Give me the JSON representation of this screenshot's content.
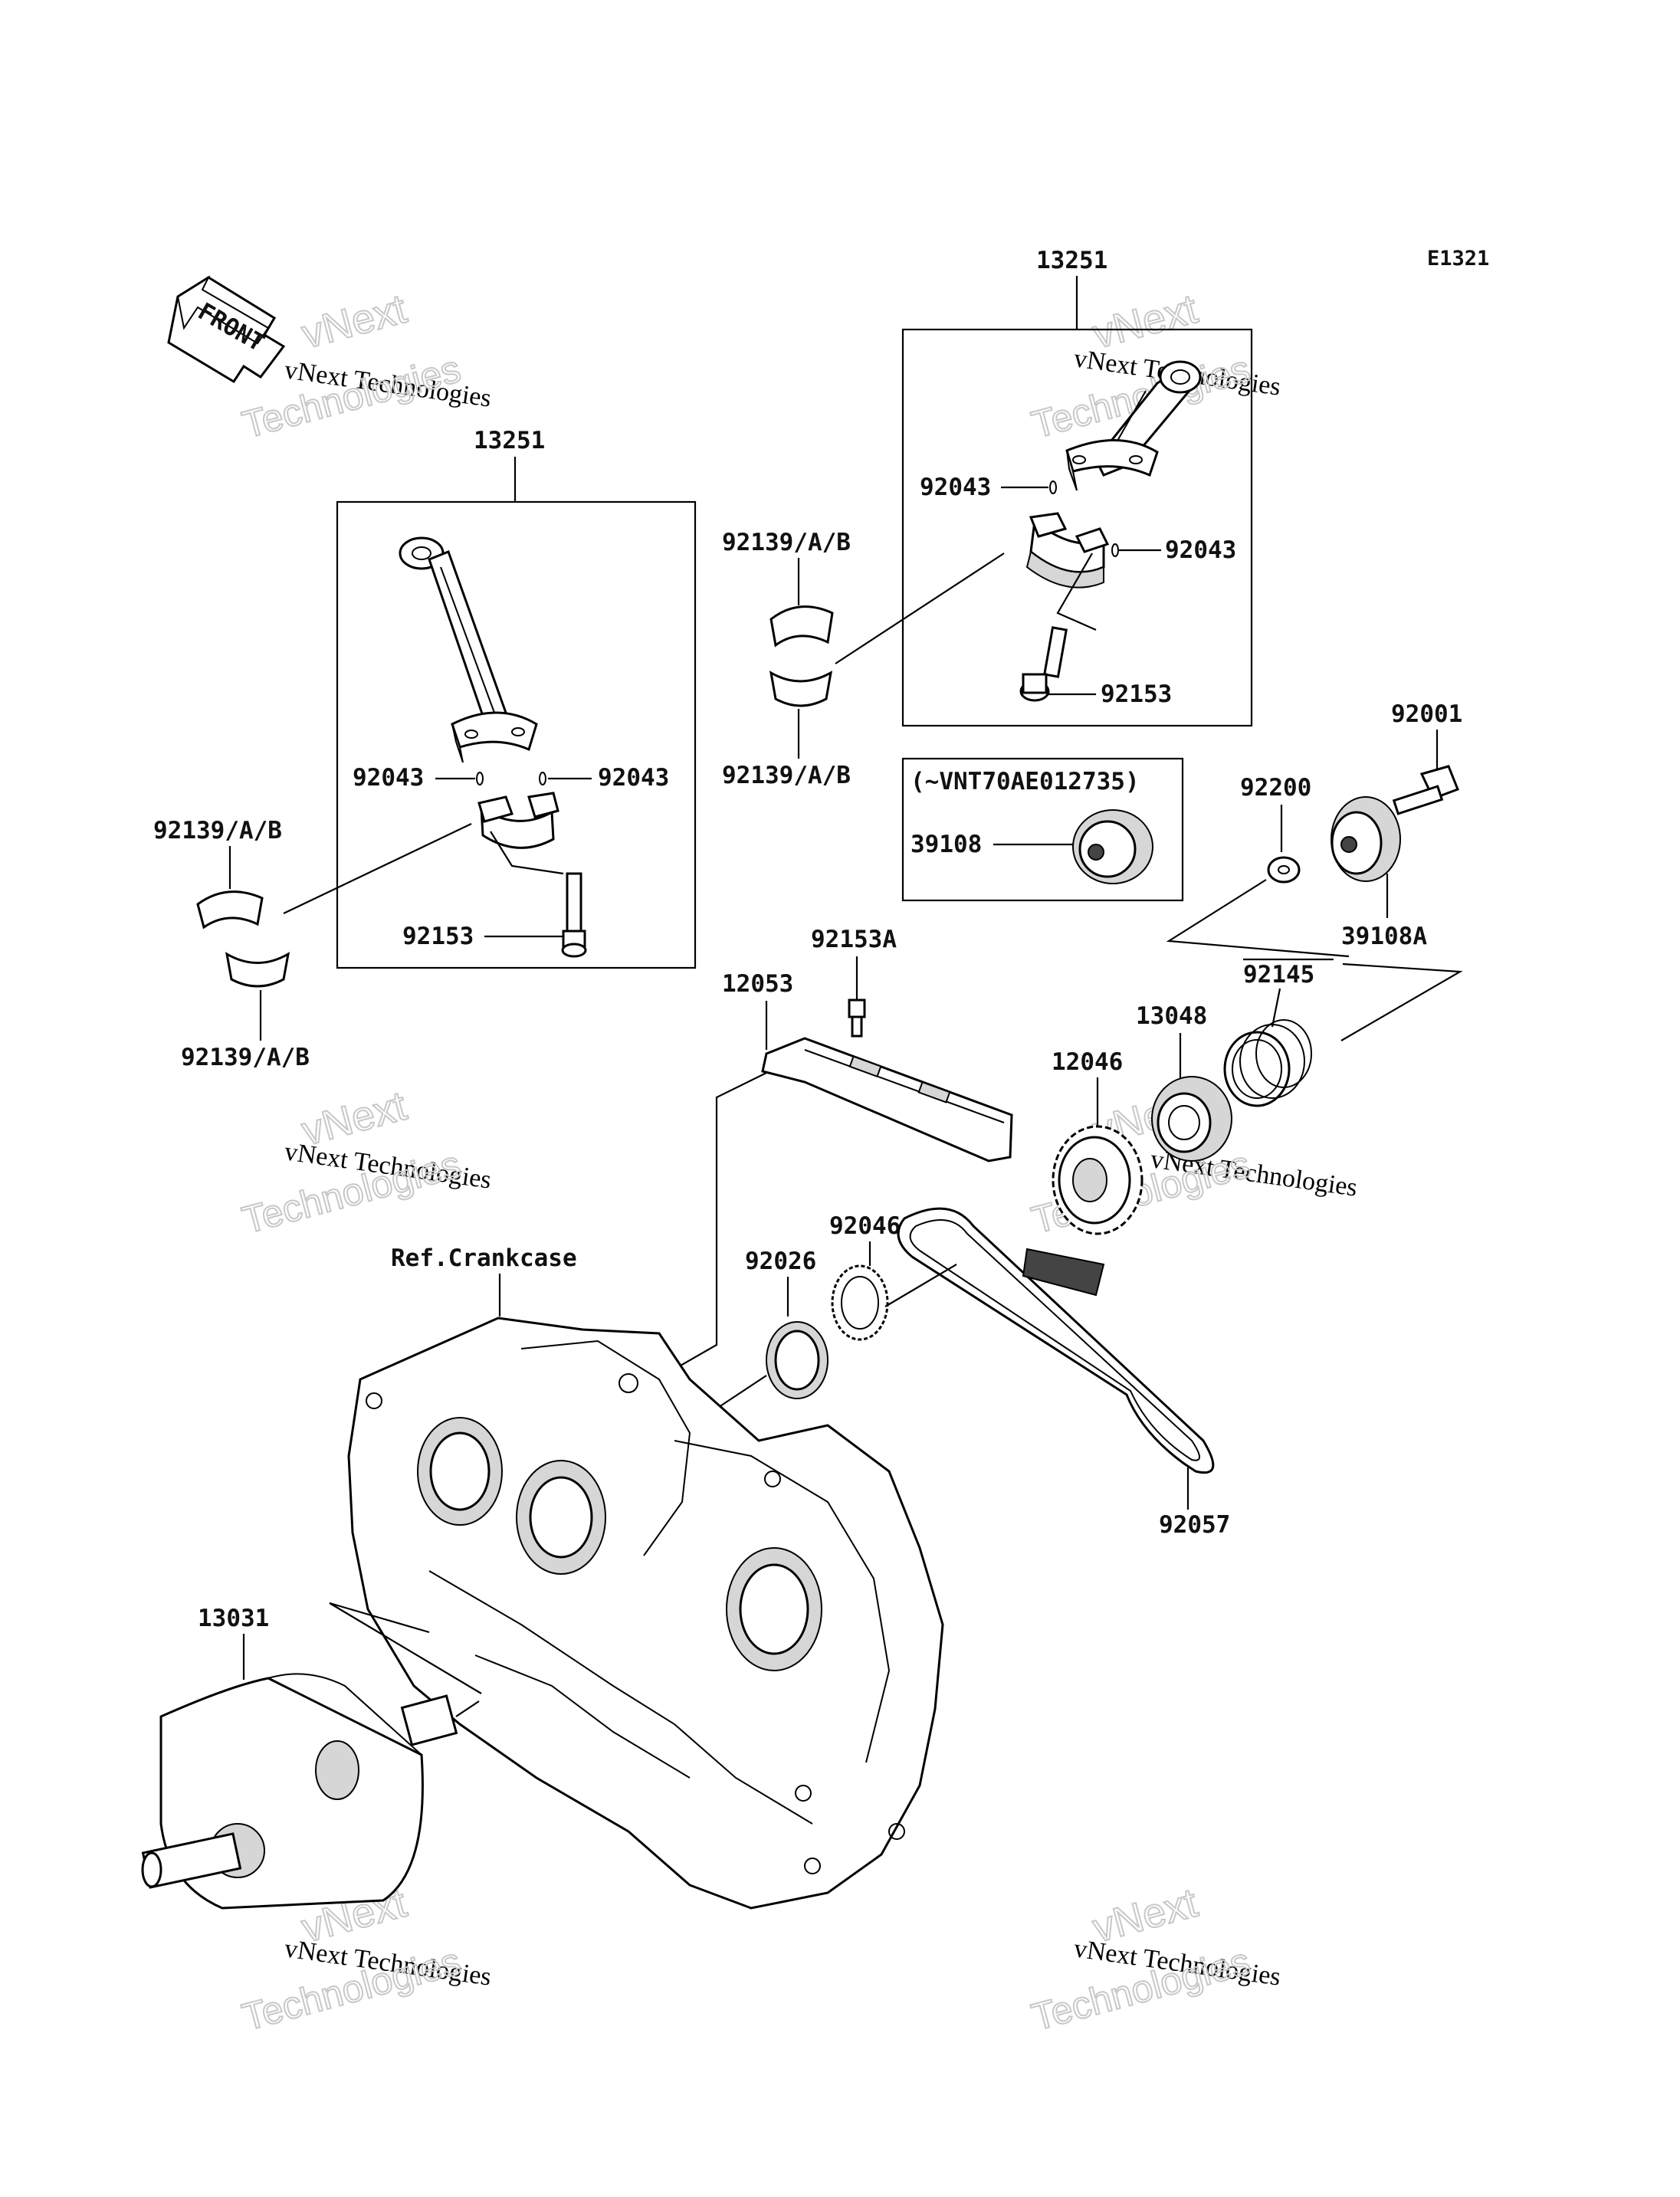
{
  "diagram_code": "E1321",
  "front_arrow": {
    "label": "FRONT"
  },
  "watermark": {
    "line1": "vNext",
    "line2": "vNext Technologies",
    "line3": "Technologies"
  },
  "sub_box_note": "(~VNT70AE012735)",
  "labels": {
    "p13251_right": "13251",
    "p13251_left": "13251",
    "p92043_rt": "92043",
    "p92043_rr": "92043",
    "p92153_r": "92153",
    "p92139_r_top": "92139/A/B",
    "p92139_r_bot": "92139/A/B",
    "p92043_ll": "92043",
    "p92043_lr": "92043",
    "p92153_l": "92153",
    "p92139_l_top": "92139/A/B",
    "p92139_l_bot": "92139/A/B",
    "p39108": "39108",
    "p92001": "92001",
    "p92200": "92200",
    "p39108A": "39108A",
    "p92145": "92145",
    "p92153A": "92153A",
    "p12053": "12053",
    "p13048": "13048",
    "p12046": "12046",
    "p92046": "92046",
    "p92026": "92026",
    "p92057": "92057",
    "ref_crankcase": "Ref.Crankcase",
    "p13031": "13031"
  }
}
